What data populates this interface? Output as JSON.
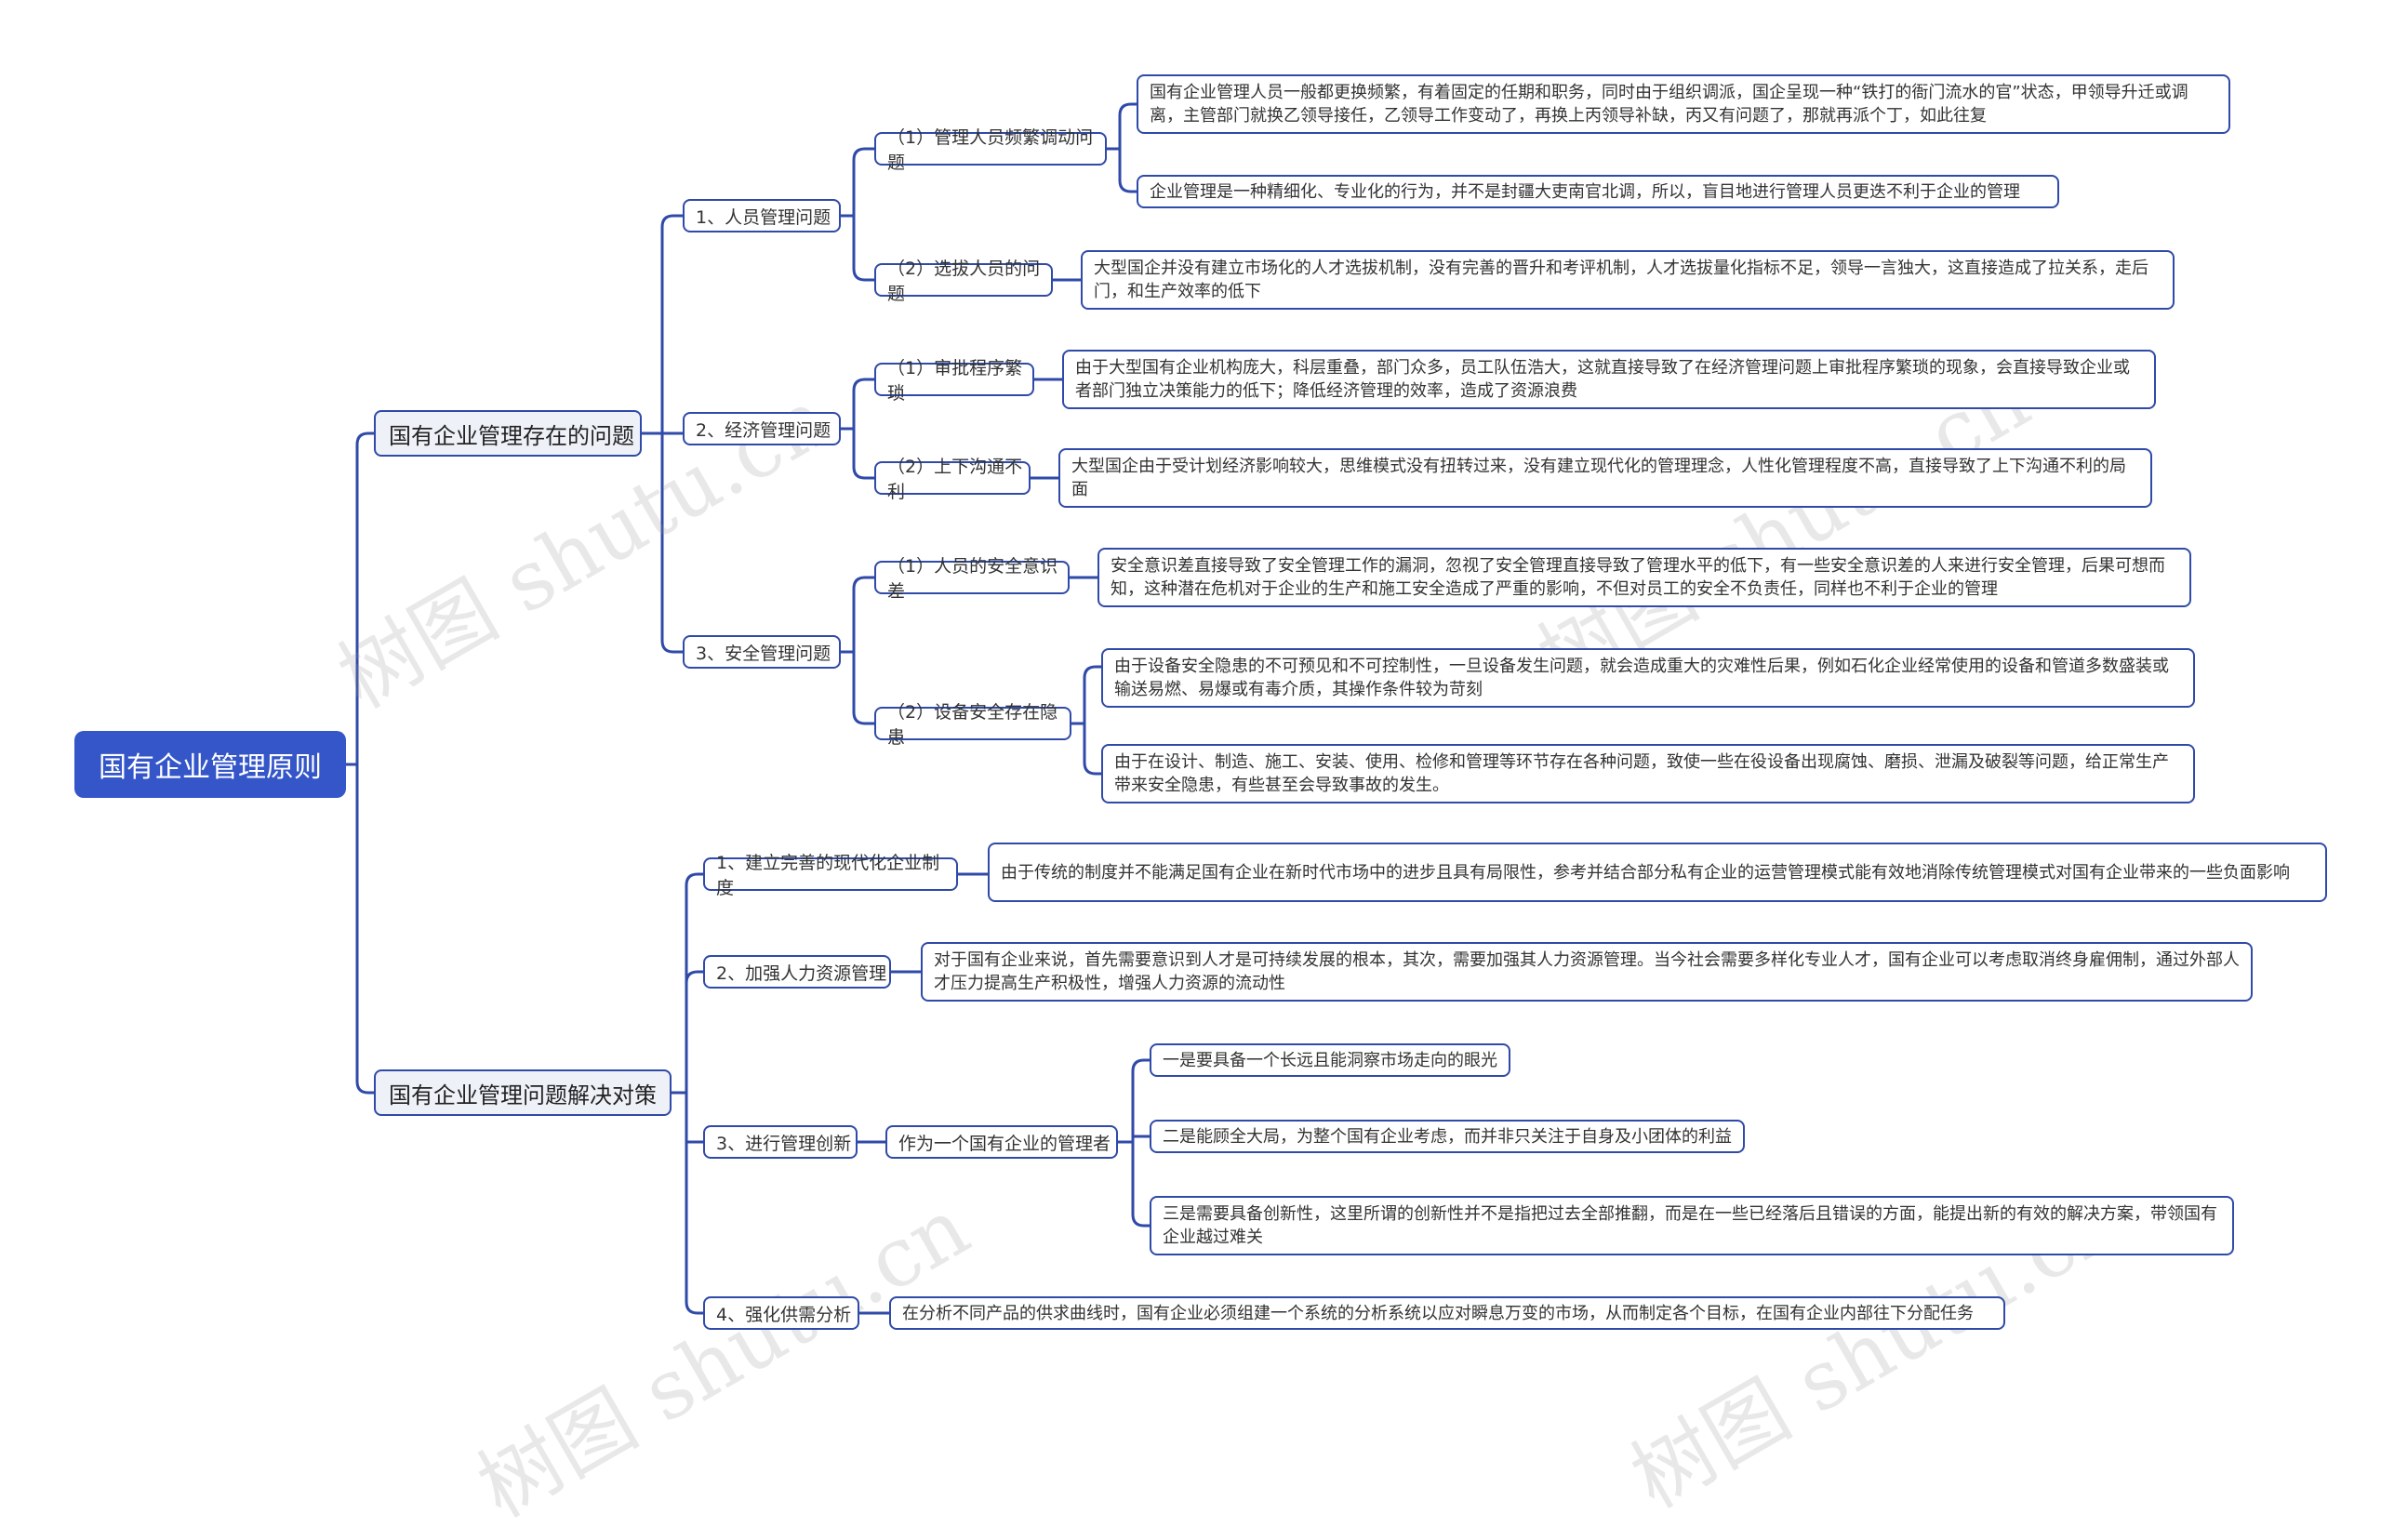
{
  "root": "国有企业管理原则",
  "problems": {
    "title": "国有企业管理存在的问题",
    "personnel": {
      "title": "1、人员管理问题",
      "frequent": {
        "title": "（1）管理人员频繁调动问题",
        "leaf1": "国有企业管理人员一般都更换频繁，有着固定的任期和职务，同时由于组织调派，国企呈现一种“铁打的衙门流水的官”状态，甲领导升迁或调离，主管部门就换乙领导接任，乙领导工作变动了，再换上丙领导补缺，丙又有问题了，那就再派个丁，如此往复",
        "leaf2": "企业管理是一种精细化、专业化的行为，并不是封疆大吏南官北调，所以，盲目地进行管理人员更迭不利于企业的管理"
      },
      "selection": {
        "title": "（2）选拔人员的问题",
        "leaf1": "大型国企并没有建立市场化的人才选拔机制，没有完善的晋升和考评机制，人才选拔量化指标不足，领导一言独大，这直接造成了拉关系，走后门，和生产效率的低下"
      }
    },
    "economic": {
      "title": "2、经济管理问题",
      "approval": {
        "title": "（1）审批程序繁琐",
        "leaf1": "由于大型国有企业机构庞大，科层重叠，部门众多，员工队伍浩大，这就直接导致了在经济管理问题上审批程序繁琐的现象，会直接导致企业或者部门独立决策能力的低下；降低经济管理的效率，造成了资源浪费"
      },
      "communication": {
        "title": "（2）上下沟通不利",
        "leaf1": "大型国企由于受计划经济影响较大，思维模式没有扭转过来，没有建立现代化的管理理念，人性化管理程度不高，直接导致了上下沟通不利的局面"
      }
    },
    "safety": {
      "title": "3、安全管理问题",
      "awareness": {
        "title": "（1）人员的安全意识差",
        "leaf1": "安全意识差直接导致了安全管理工作的漏洞，忽视了安全管理直接导致了管理水平的低下，有一些安全意识差的人来进行安全管理，后果可想而知，这种潜在危机对于企业的生产和施工安全造成了严重的影响，不但对员工的安全不负责任，同样也不利于企业的管理"
      },
      "equipment": {
        "title": "（2）设备安全存在隐患",
        "leaf1": "由于设备安全隐患的不可预见和不可控制性，一旦设备发生问题，就会造成重大的灾难性后果，例如石化企业经常使用的设备和管道多数盛装或输送易燃、易爆或有毒介质，其操作条件较为苛刻",
        "leaf2": "由于在设计、制造、施工、安装、使用、检修和管理等环节存在各种问题，致使一些在役设备出现腐蚀、磨损、泄漏及破裂等问题，给正常生产带来安全隐患，有些甚至会导致事故的发生。"
      }
    }
  },
  "solutions": {
    "title": "国有企业管理问题解决对策",
    "system": {
      "title": "1、建立完善的现代化企业制度",
      "leaf1": "由于传统的制度并不能满足国有企业在新时代市场中的进步且具有局限性，参考并结合部分私有企业的运营管理模式能有效地消除传统管理模式对国有企业带来的一些负面影响"
    },
    "hr": {
      "title": "2、加强人力资源管理",
      "leaf1": "对于国有企业来说，首先需要意识到人才是可持续发展的根本，其次，需要加强其人力资源管理。当今社会需要多样化专业人才，国有企业可以考虑取消终身雇佣制，通过外部人才压力提高生产积极性，增强人力资源的流动性"
    },
    "innovation": {
      "title": "3、进行管理创新",
      "manager": {
        "title": "作为一个国有企业的管理者",
        "leaf1": "一是要具备一个长远且能洞察市场走向的眼光",
        "leaf2": "二是能顾全大局，为整个国有企业考虑，而并非只关注于自身及小团体的利益",
        "leaf3": "三是需要具备创新性，这里所谓的创新性并不是指把过去全部推翻，而是在一些已经落后且错误的方面，能提出新的有效的解决方案，带领国有企业越过难关"
      }
    },
    "supply": {
      "title": "4、强化供需分析",
      "leaf1": "在分析不同产品的供求曲线时，国有企业必须组建一个系统的分析系统以应对瞬息万变的市场，从而制定各个目标，在国有企业内部往下分配任务"
    }
  },
  "watermark": "树图 shutu.cn",
  "colors": {
    "accent": "#3456c8",
    "line": "#2f4aa8",
    "l1_bg": "#eef1f8"
  }
}
